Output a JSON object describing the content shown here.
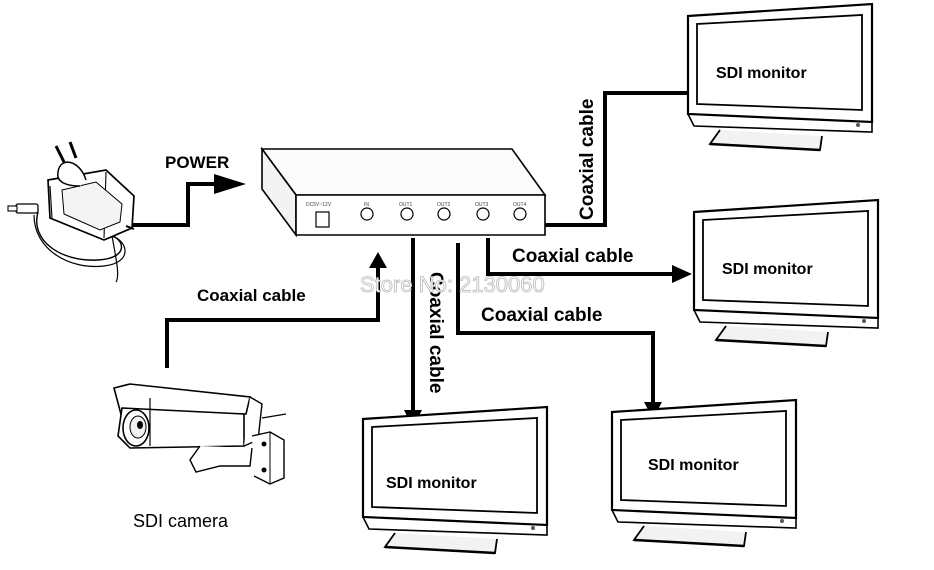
{
  "labels": {
    "power": "POWER",
    "coax": "Coaxial cable",
    "monitor": "SDI monitor",
    "camera": "SDI camera",
    "watermark": "Store No: 2130060"
  },
  "splitter": {
    "ports": [
      "DC5V~12V",
      "IN",
      "OUT1",
      "OUT2",
      "OUT3",
      "OUT4"
    ]
  }
}
